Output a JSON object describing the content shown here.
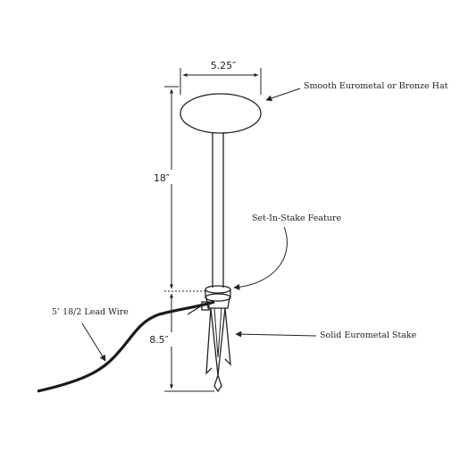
{
  "dimensions": {
    "hat_width": "5.25″",
    "pole_height": "18″",
    "stake_height": "8.5″"
  },
  "callouts": {
    "hat": "Smooth Eurometal or Bronze Hat",
    "stake_feature": "Set-In-Stake Feature",
    "lead_wire": "5’ 18/2 Lead Wire",
    "stake": "Solid Eurometal Stake"
  }
}
